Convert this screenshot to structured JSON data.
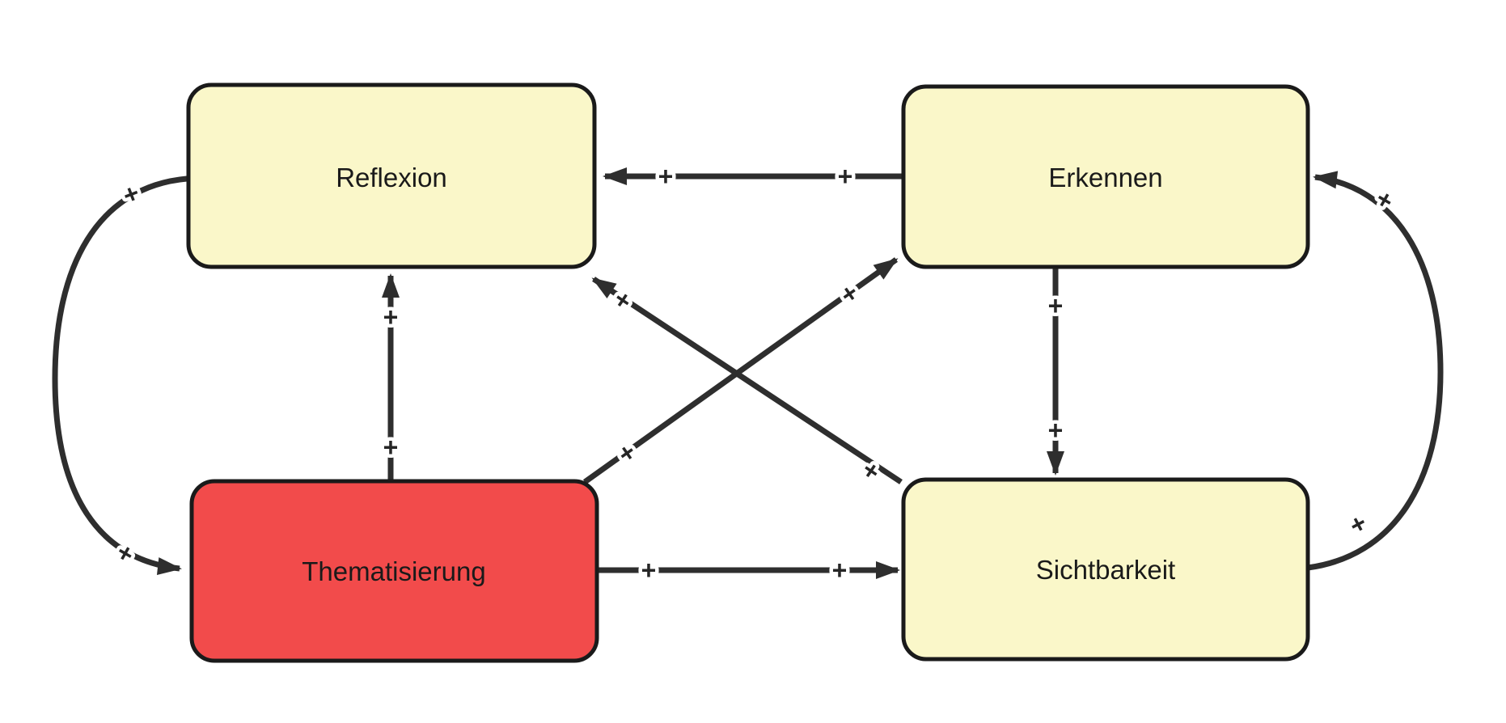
{
  "diagram": {
    "background_color": "#ffffff",
    "node_border_color": "#1a1a1a",
    "arrow_color": "#2e2e2e",
    "node_fill_yellow": "#faf7c9",
    "node_fill_red": "#f24b4b",
    "nodes": [
      {
        "id": "reflexion",
        "label": "Reflexion",
        "fill": "#faf7c9"
      },
      {
        "id": "erkennen",
        "label": "Erkennen",
        "fill": "#faf7c9"
      },
      {
        "id": "thematisierung",
        "label": "Thematisierung",
        "fill": "#f24b4b"
      },
      {
        "id": "sichtbarkeit",
        "label": "Sichtbarkeit",
        "fill": "#faf7c9"
      }
    ],
    "edges": [
      {
        "from": "erkennen",
        "to": "reflexion",
        "labels": [
          "+",
          "+"
        ]
      },
      {
        "from": "reflexion",
        "to": "thematisierung",
        "labels": [
          "+",
          "+"
        ]
      },
      {
        "from": "thematisierung",
        "to": "reflexion",
        "labels": [
          "+",
          "+"
        ]
      },
      {
        "from": "erkennen",
        "to": "sichtbarkeit",
        "labels": [
          "+",
          "+"
        ]
      },
      {
        "from": "thematisierung",
        "to": "sichtbarkeit",
        "labels": [
          "+",
          "+"
        ]
      },
      {
        "from": "thematisierung",
        "to": "erkennen",
        "labels": [
          "+",
          "+"
        ]
      },
      {
        "from": "sichtbarkeit",
        "to": "reflexion",
        "labels": [
          "+",
          "+"
        ]
      },
      {
        "from": "sichtbarkeit",
        "to": "erkennen",
        "labels": [
          "+",
          "+"
        ]
      }
    ]
  }
}
